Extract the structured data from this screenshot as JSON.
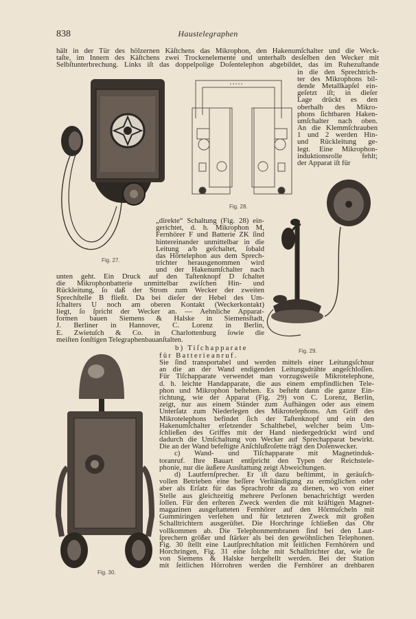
{
  "header": {
    "page_number": "838",
    "running_title": "Haustelegraphen"
  },
  "captions": {
    "fig27": "Fig. 27.",
    "fig28": "Fig. 28.",
    "fig29": "Fig. 29.",
    "fig30": "Fig. 30."
  },
  "blocks": {
    "top": [
      "hält in der Tür des hölzernen Käſtchens das Mikrophon, den Hakenumſchalter und die Weck-",
      "taſte, im Innern des Käſtchens zwei Trockenelemente und unterhalb desſelben den Wecker mit",
      "Selbſtunterbrechung. Links iſt das doppelpolige Doſentelephon abgebildet, das im Ruhezuſtande"
    ],
    "right_col": [
      "in die den Sprechtrich-",
      "ter des Mikrophons bil-",
      "dende Metallkapſel ein-",
      "geſetzt iſt; in dieſer",
      "Lage drückt es den",
      "oberhalb des Mikro-",
      "phons ſichtbaren Haken-",
      "umſchalter nach oben.",
      "An die Klemmſchrauben",
      "1 und 2 werden Hin-",
      "und Rückleitung ge-",
      "legt. Eine Mikrophon-",
      "induktionsrolle fehlt;",
      "der Apparat iſt für"
    ],
    "middle_col": [
      "„direkte“ Schaltung (Fig. 28) ein-",
      "gerichtet, d. h. Mikrophon M,",
      "Fernhörer F und Batterie ZK ſind",
      "hintereinander unmittelbar in die",
      "Leitung a/b geſchaltet, ſobald",
      "das Hörtelephon aus dem Sprech-",
      "trichter herausgenommen wird",
      "und der Hakenumſchalter nach"
    ],
    "lower": [
      "unten geht. Ein Druck auf den Taſtenknopf D ſchaltet",
      "die Mikrophonbatterie unmittelbar zwiſchen Hin- und",
      "Rückleitung, ſo daß der Strom zum Wecker der zweiten",
      "Sprechſtelle B fließt. Da bei dieſer der Hebel des Um-",
      "ſchalters U noch am oberen Kontakt (Weckerkontakt)",
      "liegt, ſo ſpricht der Wecker an. — Aehnliche Apparat-",
      "formen bauen Siemens & Halske in Siemensſtadt,",
      "J. Berliner in Hannover, C. Lorenz in Berlin,",
      "E. Zwietuſch & Co. in Charlottenburg ſowie die",
      "meiſten ſonſtigen Telegraphenbauanſtalten."
    ],
    "heading_b1": "b) Tiſchapparate",
    "heading_b2": "für Batterieanruf.",
    "bottom": [
      "Sie ſind transportabel und werden mittels einer Leitungsſchnur",
      "an die an der Wand endigenden Leitungsdrähte angeſchloſſen.",
      "Für Tiſchapparate verwendet man vorzugsweiſe Mikrotelephone,",
      "d. h. leichte Handapparate, die aus einem empfindlichen Tele-",
      "phon und Mikrophon beſtehen. Es beſteht dann die ganze Ein-",
      "richtung, wie der Apparat (Fig. 29) von C. Lorenz, Berlin,",
      "zeigt, nur aus einem Ständer zum Aufhängen oder aus einem",
      "Unterſatz zum Niederlegen des Mikrotelephons. Am Griff des",
      "Mikrotelephons befindet ſich der Taſtenknopf und ein den",
      "Hakenumſchalter erſetzender Schalthebel, welcher beim Um-",
      "ſchließen des Griffes mit der Hand niedergedrückt wird und",
      "dadurch die Umſchaltung von Wecker auf Sprechapparat bewirkt.",
      "Die an der Wand befeſtigte Anſchlußroſette trägt den Doſenwecker.",
      "c) Wand- und Tiſchapparate mit Magnetinduk-",
      "toranruf. Ihre Bauart entſpricht den Typen der Reichstele-",
      "phonie, nur die äußere Ausſtattung zeigt Abweichungen.",
      "d) Lautfernſprecher. Er iſt dazu beſtimmt, in geräuſch-",
      "vollen Betrieben eine beſſere Verſtändigung zu ermöglichen oder",
      "aber als Erſatz für das Sprachrohr da zu dienen, wo von einer",
      "Stelle aus gleichzeitig mehrere Perſonen benachrichtigt werden",
      "ſollen. Für den erſteren Zweck werden die mit kräftigen Magnet-",
      "magazinen ausgeſtatteten Fernhörer auf den Hörmuſcheln mit",
      "Gummiringen verſehen und für letzteren Zweck mit großen",
      "Schalltrichtern ausgerüſtet. Die Horchringe ſchließen das Ohr",
      "vollkommen ab. Die Telephonmembranen ſind bei den Laut-",
      "ſprechern größer und ſtärker als bei den gewöhnlichen Telephonen.",
      "Fig. 30 ſtellt eine Lautſprechſtation mit ſeitlichen Fernhörern und",
      "Horchringen, Fig. 31 eine ſolche mit Schalltrichter dar, wie ſie",
      "von Siemens & Halske hergeſtellt werden. Bei der Station",
      "mit ſeitlichen Hörrohren werden die Fernhörer an drehbaren"
    ]
  }
}
